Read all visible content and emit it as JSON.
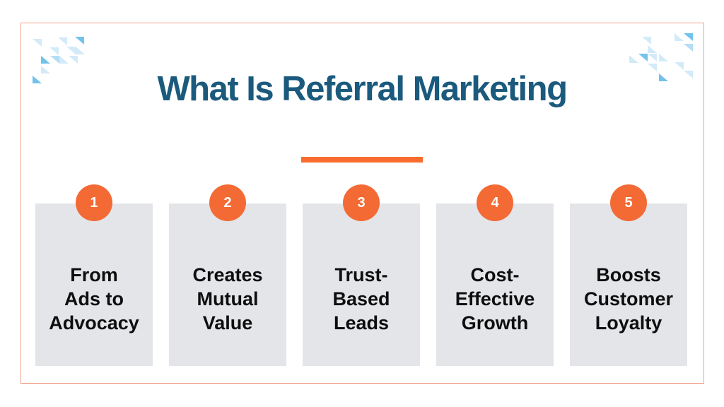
{
  "page": {
    "title": "What Is Referral Marketing"
  },
  "colors": {
    "title_text": "#1b5a7d",
    "accent_orange": "#f46a35",
    "divider_orange": "#f96c2d",
    "frame_border": "#f2a185",
    "card_background": "#e3e5e9",
    "card_text": "#0e0e0e",
    "triangle_light": "#d3eaf8",
    "triangle_mid": "#b5def4",
    "triangle_dark": "#72c3ec"
  },
  "decor": {
    "top_left_triangle_pattern": "triangle-pattern",
    "top_right_triangle_pattern": "triangle-pattern",
    "title_underline": "orange-bar"
  },
  "cards": [
    {
      "number": "1",
      "lines": [
        "From",
        "Ads to",
        "Advocacy"
      ]
    },
    {
      "number": "2",
      "lines": [
        "Creates",
        "Mutual",
        "Value"
      ]
    },
    {
      "number": "3",
      "lines": [
        "Trust-",
        "Based",
        "Leads"
      ]
    },
    {
      "number": "4",
      "lines": [
        "Cost-",
        "Effective",
        "Growth"
      ]
    },
    {
      "number": "5",
      "lines": [
        "Boosts",
        "Customer",
        "Loyalty"
      ]
    }
  ]
}
